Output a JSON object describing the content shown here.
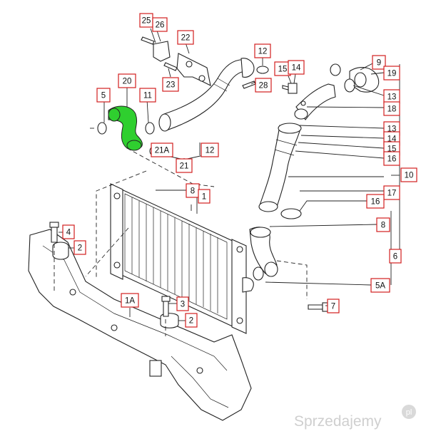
{
  "highlight_color": "#2fcf2f",
  "label_color": "#d21f1f",
  "watermark": {
    "text": "Sprzedajemy",
    "badge": "pl"
  },
  "labels": {
    "l25": "25",
    "l26": "26",
    "l22": "22",
    "l23": "23",
    "l12a": "12",
    "l15": "15",
    "l14a": "14",
    "l9": "9",
    "l19": "19",
    "l20": "20",
    "l5": "5",
    "l11": "11",
    "l28": "28",
    "l13a": "13",
    "l18": "18",
    "l13b": "13",
    "l14b": "14",
    "l15b": "15",
    "l16a": "16",
    "l10": "10",
    "l21a": "21A",
    "l12b": "12",
    "l21": "21",
    "l8a": "8",
    "l1": "1",
    "l17": "17",
    "l16b": "16",
    "l8b": "8",
    "l4": "4",
    "l2a": "2",
    "l6": "6",
    "l1a": "1A",
    "l3": "3",
    "l2b": "2",
    "l5a": "5A",
    "l7": "7"
  }
}
